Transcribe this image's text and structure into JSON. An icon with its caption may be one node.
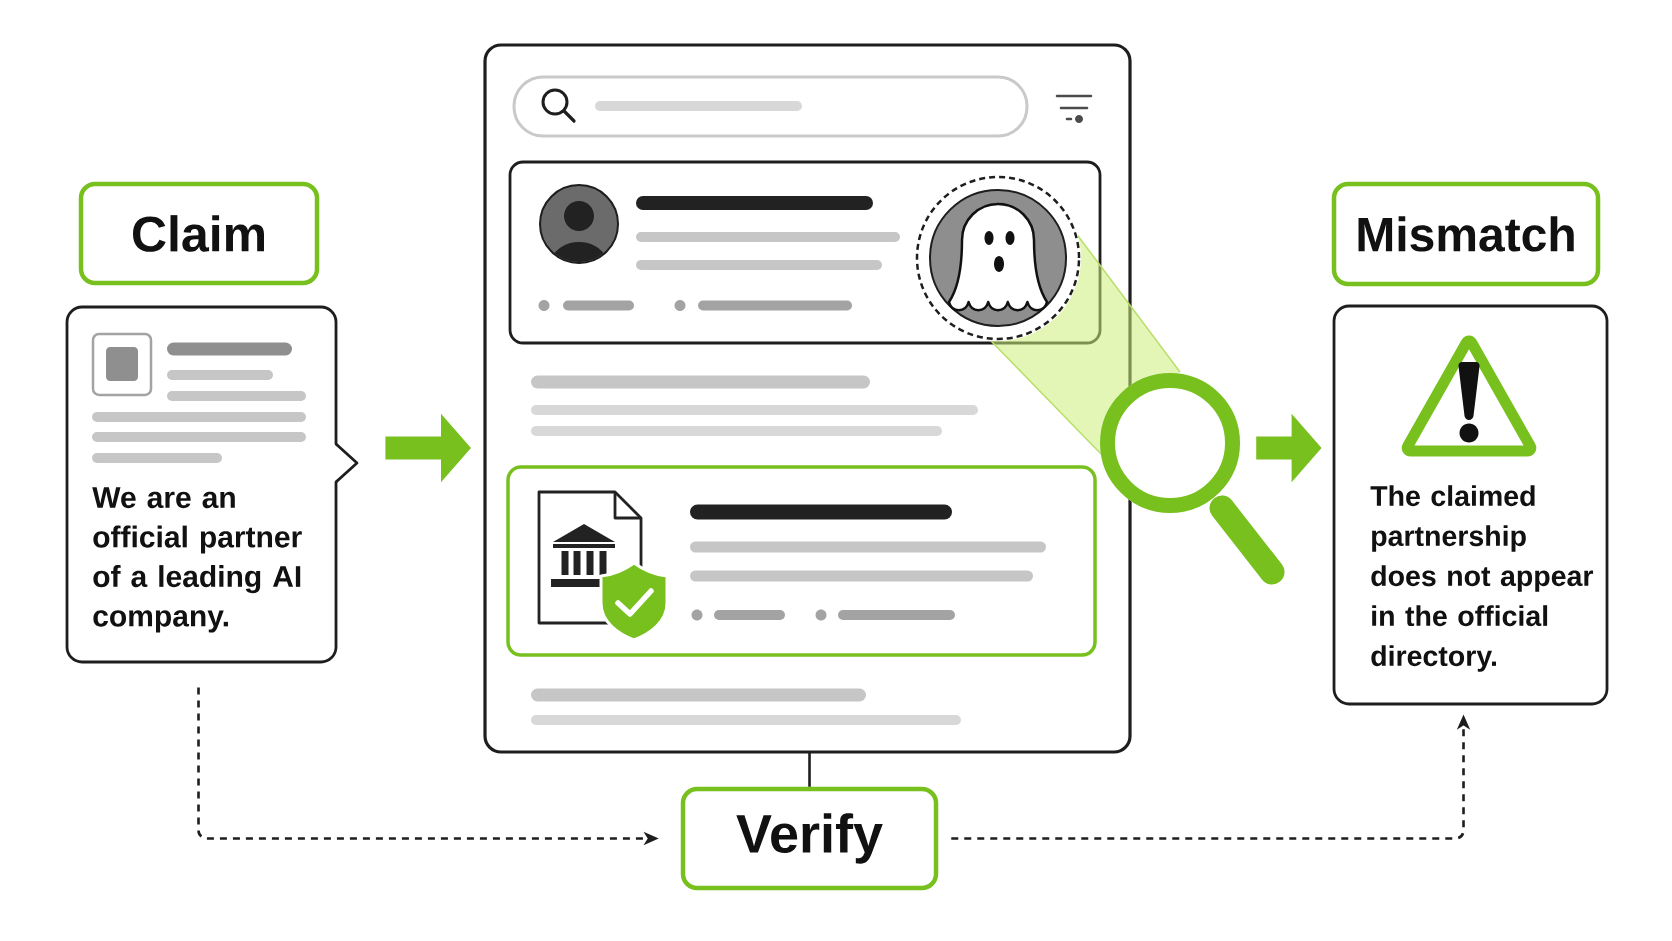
{
  "diagram": {
    "nodes": [
      {
        "text": [
          "Claim"
        ]
      },
      {
        "text": [
          "We are an official partner of a leading AI company."
        ]
      },
      {
        "text": [],
        "shape": "box"
      },
      {
        "text": [],
        "shape": "picture"
      },
      {
        "text": [
          "Mismatch"
        ]
      },
      {
        "text": [
          "The claimed partnership does not appear in the official directory."
        ]
      },
      {
        "text": [
          "Verify"
        ]
      }
    ],
    "edges": [
      {
        "from": 1,
        "to": 2,
        "arrow": "to",
        "style": "thick",
        "color": "#78c01e"
      },
      {
        "from": 3,
        "to": 5,
        "arrow": "to",
        "style": "thick",
        "color": "#78c01e"
      },
      {
        "from": 1,
        "to": 6,
        "arrow": "to",
        "style": "dashed"
      },
      {
        "from": 6,
        "to": 5,
        "arrow": "to",
        "style": "dashed"
      },
      {
        "from": 2,
        "to": 6,
        "arrow": "none"
      }
    ]
  }
}
